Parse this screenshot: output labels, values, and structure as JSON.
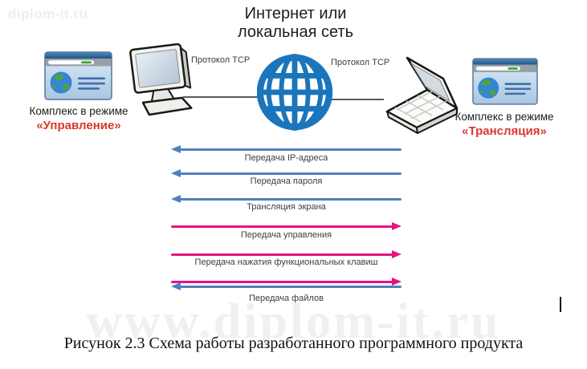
{
  "title": {
    "line1": "Интернет или",
    "line2": "локальная сеть"
  },
  "watermarks": {
    "top_left": "diplom-it.ru",
    "bottom": "www.diplom-it.ru"
  },
  "protocols": {
    "left": "Протокол TCP",
    "right": "Протокол TCP"
  },
  "nodes": {
    "left": {
      "caption_line1": "Комплекс в режиме",
      "caption_line2": "«Управление»"
    },
    "right": {
      "caption_line1": "Комплекс в режиме",
      "caption_line2": "«Трансляция»"
    }
  },
  "icons": {
    "left_browser": "browser-window-icon",
    "left_computer": "desktop-monitor-icon",
    "network": "globe-icon",
    "right_computer": "laptop-icon",
    "right_browser": "browser-window-icon"
  },
  "arrows": [
    {
      "label": "Передача IP-адреса",
      "direction": "left",
      "color": "#4f81bd"
    },
    {
      "label": "Передача пароля",
      "direction": "left",
      "color": "#4f81bd"
    },
    {
      "label": "Трансляция экрана",
      "direction": "left",
      "color": "#4f81bd"
    },
    {
      "label": "Передача управления",
      "direction": "right",
      "color": "#e61482"
    },
    {
      "label": "Передача нажатия функциональных клавиш",
      "direction": "right",
      "color": "#e61482"
    },
    {
      "label": "Передача файлов",
      "direction": "both",
      "colors": [
        "#e61482",
        "#4f81bd"
      ]
    }
  ],
  "caption": "Рисунок 2.3 Схема работы разработанного программного продукта",
  "colors": {
    "blue_arrow": "#4f81bd",
    "pink_arrow": "#e61482",
    "globe_blue": "#1b75bb",
    "red_mode_text": "#d9382e",
    "diagram_text": "#3d3d3d",
    "caption_text": "#111111",
    "watermark": "#eff1ee"
  }
}
